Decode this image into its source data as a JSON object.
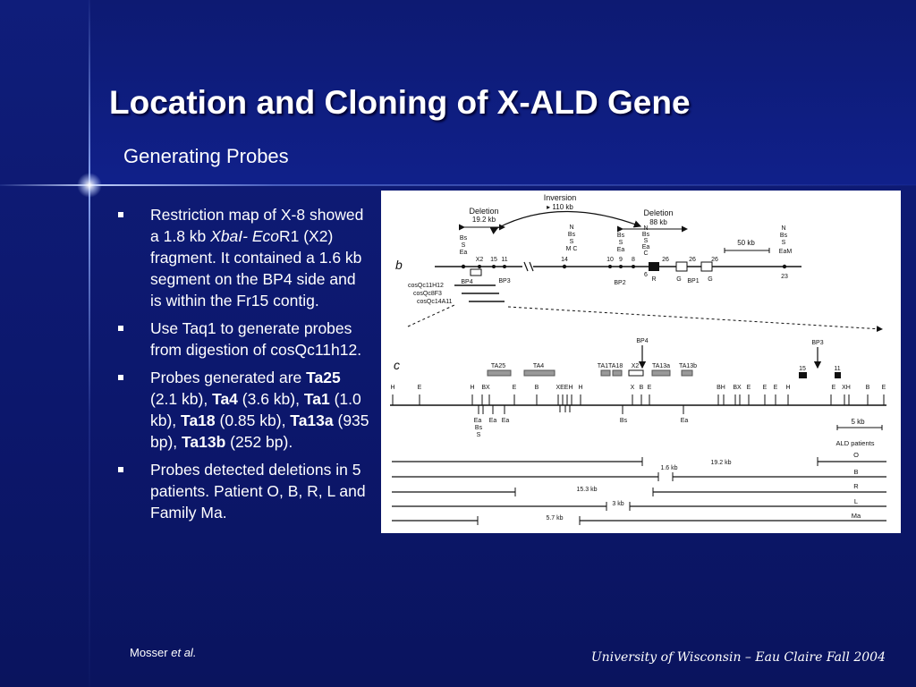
{
  "slide": {
    "title": "Location and Cloning of X-ALD Gene",
    "subtitle": "Generating Probes"
  },
  "bullets": [
    {
      "parts": [
        {
          "t": "Restriction map of X-8 showed a 1.8 kb "
        },
        {
          "t": "XbaI-",
          "i": true
        },
        {
          "t": " "
        },
        {
          "t": "Eco",
          "i": true
        },
        {
          "t": "R1 (X2) fragment.  It contained a 1.6 kb segment on the BP4 side and is within the Fr15 contig."
        }
      ]
    },
    {
      "parts": [
        {
          "t": "Use Taq1 to generate probes from digestion of cosQc11h12."
        }
      ]
    },
    {
      "parts": [
        {
          "t": "Probes generated are "
        },
        {
          "t": "Ta25",
          "b": true
        },
        {
          "t": " (2.1 kb), "
        },
        {
          "t": "Ta4",
          "b": true
        },
        {
          "t": " (3.6 kb), "
        },
        {
          "t": "Ta1",
          "b": true
        },
        {
          "t": " (1.0 kb), "
        },
        {
          "t": "Ta18",
          "b": true
        },
        {
          "t": " (0.85 kb), "
        },
        {
          "t": "Ta13a",
          "b": true
        },
        {
          "t": " (935 bp), "
        },
        {
          "t": "Ta13b",
          "b": true
        },
        {
          "t": " (252 bp)."
        }
      ]
    },
    {
      "parts": [
        {
          "t": "Probes detected deletions in 5 patients.  Patient O, B, R, L and Family Ma."
        }
      ]
    }
  ],
  "footer": {
    "citation_author": "Mosser",
    "citation_etal": "et al.",
    "institution": "University of Wisconsin – Eau Claire  Fall 2004"
  },
  "figure": {
    "panel_b": "b",
    "panel_c": "c",
    "inversion_label": "Inversion",
    "inversion_size": "▸ 110 kb",
    "deletion_left": "Deletion",
    "deletion_left_size": "19.2 kb",
    "deletion_right": "Deletion",
    "deletion_right_size": "88 kb",
    "scale_b": "50 kb",
    "scale_c": "5 kb",
    "b_sites": {
      "bsse": "Bs",
      "s": "S",
      "ea": "Ea",
      "x2": "X2",
      "n15": "15",
      "n11": "11",
      "n14": "14",
      "mc": "M C",
      "n10": "10",
      "n9": "9",
      "n8": "8",
      "n6": "6",
      "n26a": "26",
      "n26b": "26",
      "n26c": "26",
      "n23": "23",
      "ns": "N",
      "bs2": "Bs",
      "s2": "S",
      "n_a": "N",
      "bs_a": "Bs",
      "s_a": "S",
      "ea_a": "Ea",
      "c_a": "C",
      "nbs": "N",
      "bsr": "Bs",
      "sr": "S",
      "eam": "EaM",
      "ns1": "N",
      "bs1": "Bs",
      "s1": "S",
      "mc1": "M C",
      "bs3": "Bs",
      "s3": "S",
      "ea3": "Ea"
    },
    "b_boxes": {
      "bp4": "BP4",
      "bp3": "BP3",
      "bp2": "BP2",
      "r": "R",
      "g1": "G",
      "bp1": "BP1",
      "g2": "G"
    },
    "cosmids": [
      "cosQc11H12",
      "cosQc8F3",
      "cosQc14A11"
    ],
    "probes": [
      "TA25",
      "TA4",
      "TA1TA18",
      "X2",
      "TA13a",
      "TA13b"
    ],
    "bp4_c": "BP4",
    "bp3_c": "BP3",
    "c15": "15",
    "c11": "11",
    "c_sites": [
      "H",
      "E",
      "H",
      "BX",
      "E",
      "B",
      "XEEH",
      "H",
      "X",
      "B",
      "E",
      "BH",
      "BX",
      "E",
      "E",
      "E",
      "H",
      "E",
      "XH",
      "B",
      "E"
    ],
    "c_below": [
      "Ea",
      "Ea",
      "Ea",
      "Bs",
      "S",
      "Bs",
      "Ea"
    ],
    "ald_label": "ALD patients",
    "patients": [
      "O",
      "B",
      "R",
      "L",
      "Ma"
    ],
    "dist_192": "19.2 kb",
    "dist_16": "1.6 kb",
    "dist_153": "15.3 kb",
    "dist_3": "3 kb",
    "dist_57": "5.7 kb"
  }
}
